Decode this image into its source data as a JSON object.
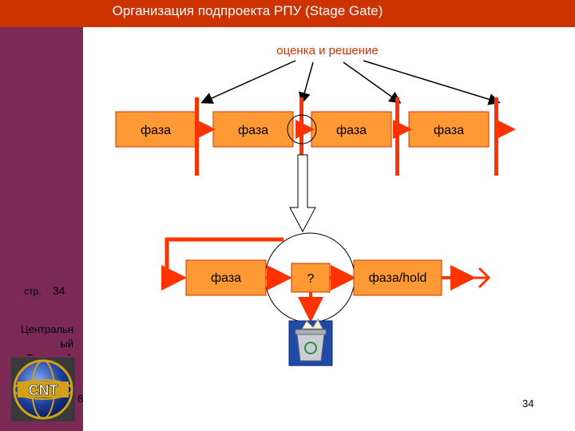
{
  "header": {
    "title": "Организация подпроекта РПУ (Stage Gate)"
  },
  "sidebar": {
    "page_label": "стр.",
    "page_number": "34",
    "company": "Центральн\nый\nТелеграф",
    "logo_text": "CNT",
    "logo_digit": "8"
  },
  "footer": {
    "page_number": "34"
  },
  "diagram": {
    "heading": "оценка и решение",
    "phases": [
      "фаза",
      "фаза",
      "фаза",
      "фаза"
    ],
    "lower_phase": "фаза",
    "question_mark": "?",
    "hold_phase": "фаза/hold"
  },
  "colors": {
    "accent": "#cc3300",
    "sidebar": "#7a2a55",
    "box": "#ff9933",
    "bar": "#ff3300"
  },
  "icons": [
    "trash-bin-icon",
    "cnt-globe-logo-icon"
  ]
}
